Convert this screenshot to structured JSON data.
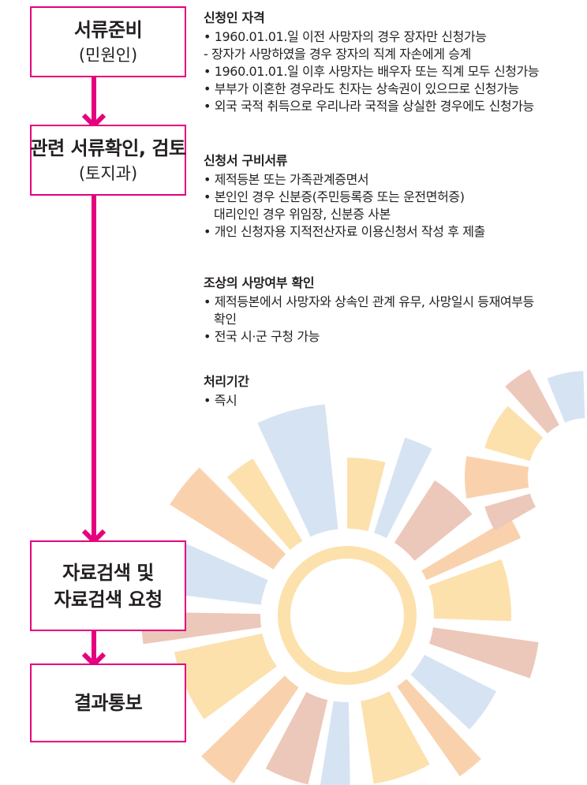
{
  "colors": {
    "accent": "#e5007e",
    "deco_yellow": "#fce1ad",
    "deco_blue": "#d6e3f3",
    "deco_tan": "#ecc8ba",
    "deco_orange": "#f9d2ad"
  },
  "flow": {
    "step1": {
      "title": "서류준비",
      "sub": "(민원인)"
    },
    "step2": {
      "title": "관련 서류확인, 검토",
      "sub": "(토지과)"
    },
    "step3": {
      "line1": "자료검색 및",
      "line2": "자료검색 요청"
    },
    "step4": {
      "title": "결과통보"
    }
  },
  "sections": {
    "qualification": {
      "title": "신청인 자격",
      "items": [
        "• 1960.01.01.일 이전 사망자의 경우 장자만 신청가능",
        "- 장자가 사망하였을 경우 장자의 직계 자손에게 승계",
        "• 1960.01.01.일 이후 사망자는 배우자 또는 직계 모두 신청가능",
        "• 부부가 이혼한 경우라도 친자는 상속권이 있으므로 신청가능",
        "• 외국 국적 취득으로 우리나라 국적을 상실한 경우에도 신청가능"
      ]
    },
    "documents": {
      "title": "신청서 구비서류",
      "items": [
        "• 제적등본 또는 가족관계증면서",
        "• 본인인 경우 신분증(주민등록증 또는 운전면허증)",
        "대리인인 경우 위임장, 신분증 사본",
        "• 개인 신청자용 지적전산자료 이용신청서 작성 후 제출"
      ]
    },
    "death_check": {
      "title": "조상의 사망여부 확인",
      "items": [
        "• 제적등본에서 사망자와 상속인 관계 유무, 사망일시 등재여부등",
        "확인",
        "• 전국 시·군 구청 가능"
      ]
    },
    "period": {
      "title": "처리기간",
      "items": [
        "• 즉시"
      ]
    }
  }
}
